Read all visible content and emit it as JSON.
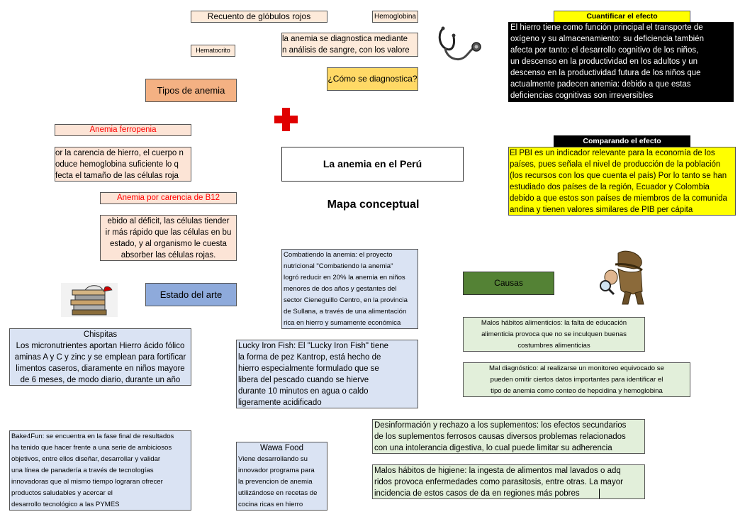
{
  "top_labels": {
    "recuento": "Recuento de glóbulos rojos",
    "hemoglobina": "Hemoglobina",
    "hematocrito": "Hematocrito"
  },
  "diagnostico": {
    "text_lines": [
      "la anemia se diagnostica mediante",
      "n análisis de sangre, con los valore"
    ],
    "question": "¿Cómo se diagnostica?"
  },
  "tipos": {
    "title": "Tipos de anemia",
    "ferropenia_title": "Anemia ferropenia",
    "ferropenia_lines": [
      "or la carencia de hierro, el cuerpo n",
      "oduce hemoglobina suficiente lo q",
      "fecta el tamaño de las células roja"
    ],
    "b12_title": "Anemia por carencia de B12",
    "b12_lines": [
      "ebido al déficit, las células tiender",
      "ir más rápido que las células en bu",
      "estado, y al organismo le cuesta",
      "absorber las células rojas."
    ]
  },
  "center": {
    "title": "La anemia en el Perú",
    "subtitle": "Mapa conceptual"
  },
  "cuantificar": {
    "title": "Cuantificar el efecto",
    "lines": [
      "El hierro tiene como función principal el transporte de",
      "oxígeno y su almacenamiento: su deficiencia también",
      "afecta por tanto: el desarrollo cognitivo de los niños,",
      "un descenso en la productividad en los adultos y un",
      "descenso en la productividad futura de los niños que",
      "actualmente padecen anemia: debido a que estas",
      "deficiencias cognitivas son irreversibles"
    ]
  },
  "comparando": {
    "title": "Comparando el efecto",
    "lines": [
      "El PBI es un indicador relevante para la economía de los",
      "países, pues señala el nivel de producción de la población",
      "(los recursos con los que cuenta el país) Por lo tanto se han",
      "estudiado dos países de la región, Ecuador y Colombia",
      "debido a que estos son países de miembros de la comunida",
      "andina y tienen valores similares de PIB per cápita"
    ]
  },
  "estado_arte": {
    "title": "Estado del arte",
    "combatiendo_lines": [
      "Combatiendo la anemia: el proyecto",
      "nutricional \"Combatiendo la anemia\"",
      "logró reducir en 20% la anemia en niños",
      "menores de dos años y gestantes del",
      "sector Cieneguillo Centro, en la provincia",
      "de Sullana, a través de una alimentación",
      "rica en hierro y sumamente económica"
    ],
    "chispitas_title": "Chispitas",
    "chispitas_lines": [
      "Los micronutrientes aportan Hierro ácido fólico",
      "aminas A y C y zinc y se emplean para fortificar",
      "limentos caseros, diaramente en niños mayore",
      "de 6 meses, de modo diario, durante un año"
    ],
    "lucky_lines": [
      "Lucky Iron Fish: El \"Lucky Iron Fish\" tiene",
      "la forma de pez Kantrop, está hecho de",
      "hierro especialmente formulado que se",
      "libera del pescado cuando se hierve",
      "durante 10 minutos en agua o caldo",
      "ligeramente acidificado"
    ],
    "bake_lines": [
      "Bake4Fun:  se encuentra en la fase final de resultados",
      "ha tenido que hacer frente a una serie de ambiciosos",
      "objetivos, entre ellos diseñar, desarrollar y validar",
      "una línea de panadería a través de tecnologías",
      "innovadoras que al mismo tiempo lograran ofrecer",
      "productos saludables y acercar el",
      "desarrollo tecnológico a las PYMES"
    ],
    "wawa_title": "Wawa Food",
    "wawa_lines": [
      "Viene desarrollando su",
      "innovador programa para",
      "la prevencion de anemia",
      "utilizándose en recetas de",
      "cocina ricas en hierro"
    ]
  },
  "causas": {
    "title": "Causas",
    "malos_habitos_lines": [
      "Malos hábitos alimenticios: la falta de educación",
      "alimenticia provoca que no se inculquen buenas",
      "costumbres alimenticias"
    ],
    "mal_diagnostico_lines": [
      "Mal diagnóstico: al realizarse un monitoreo equivocado se",
      "pueden omitir ciertos datos importantes para identificar el",
      "tipo de anemia como conteo de hepcidina y hemoglobina"
    ],
    "desinformacion_lines": [
      "Desinformación y rechazo a los suplementos: los efectos secundarios",
      "de los suplementos ferrosos causas diversos problemas relacionados",
      "con una intolerancia digestiva, lo cual puede limitar su adherencia"
    ],
    "higiene_lines": [
      "Malos hábitos de higiene: la ingesta de alimentos mal lavados o adq",
      "ridos provoca enfermedades como parasitosis, entre otras. La mayor",
      "incidencia de estos casos de da en regiones más pobres"
    ]
  },
  "icons": [
    "stethoscope-icon",
    "red-cross-icon",
    "books-icon",
    "detective-icon"
  ],
  "colors": {
    "tan_fill": "#fdeada",
    "orange_fill": "#f4b183",
    "peach_fill": "#fce4d6",
    "yellow_fill": "#ffff00",
    "gold_fill": "#ffd966",
    "black_fill": "#000000",
    "blue_fill": "#8eaadb",
    "lavender_fill": "#dae3f3",
    "green_fill": "#548235",
    "light_green_fill": "#e2efda",
    "red_text": "#ff0000",
    "red_cross": "#e00000"
  }
}
